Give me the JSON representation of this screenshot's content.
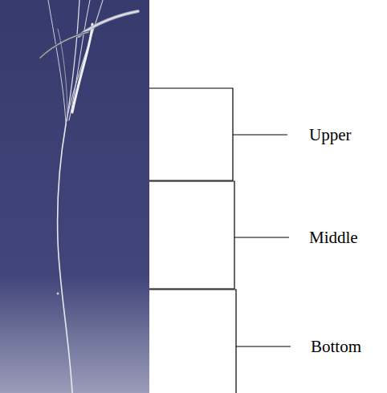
{
  "diagram": {
    "labels": [
      "Upper",
      "Middle",
      "Bottom"
    ]
  }
}
